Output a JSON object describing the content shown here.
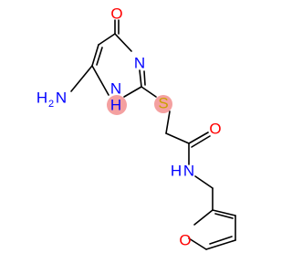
{
  "molecule": {
    "atoms": {
      "O_ring_top": "O",
      "N_ring_right": "N",
      "N_ring_left": "N",
      "H_ring_left": "H",
      "S_thio": "S",
      "O_amide": "O",
      "N_amide": "N",
      "H_amide": "H",
      "O_furan": "O",
      "amino_H": "H",
      "amino_sub": "2",
      "amino_N": "N"
    },
    "colors": {
      "bond": "#000000",
      "oxygen": "#ff0000",
      "nitrogen": "#0000ff",
      "sulfur": "#c8a000",
      "highlight": "#f4a0a0"
    }
  }
}
